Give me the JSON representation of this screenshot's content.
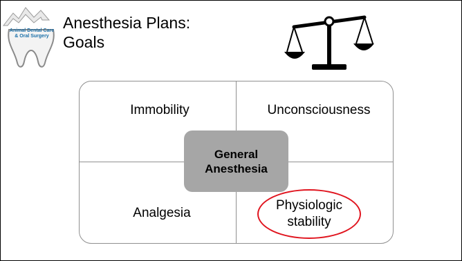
{
  "title": {
    "line1": "Anesthesia Plans:",
    "line2": "Goals"
  },
  "logo": {
    "line1": "Animal Dental Care",
    "line2": "& Oral Surgery"
  },
  "quadrants": {
    "top_left": "Immobility",
    "top_right": "Unconsciousness",
    "bottom_left": "Analgesia",
    "bottom_right_line1": "Physiologic",
    "bottom_right_line2": "stability"
  },
  "center": {
    "line1": "General",
    "line2": "Anesthesia"
  },
  "colors": {
    "highlight": "#e0141e",
    "center_fill": "#a6a6a6",
    "logo_text": "#1a6fa8"
  }
}
